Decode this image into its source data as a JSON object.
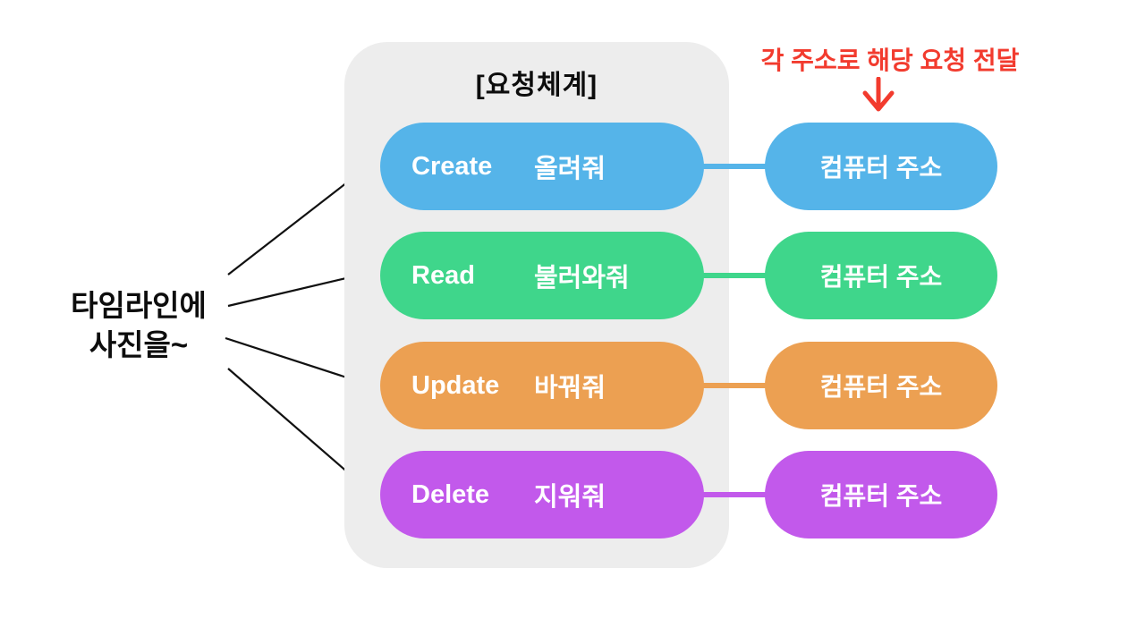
{
  "left_label": {
    "line1": "타임라인에",
    "line2": "사진을~"
  },
  "panel": {
    "title": "[요청체계]",
    "background": "#EDEDED"
  },
  "rows": [
    {
      "method": "Create",
      "korean": "올려줘",
      "address": "컴퓨터 주소",
      "color": "#55B4E9"
    },
    {
      "method": "Read",
      "korean": "불러와줘",
      "address": "컴퓨터 주소",
      "color": "#3FD68B"
    },
    {
      "method": "Update",
      "korean": "바꿔줘",
      "address": "컴퓨터 주소",
      "color": "#ECA052"
    },
    {
      "method": "Delete",
      "korean": "지워줘",
      "address": "컴퓨터 주소",
      "color": "#C259EB"
    }
  ],
  "annotation": {
    "text": "각 주소로 해당 요청 전달",
    "color": "#F23B2E",
    "arrow_icon": "down-arrow"
  },
  "colors": {
    "text": "#0d0d0d",
    "pill_text": "#ffffff",
    "arrow_stroke": "#111111"
  }
}
